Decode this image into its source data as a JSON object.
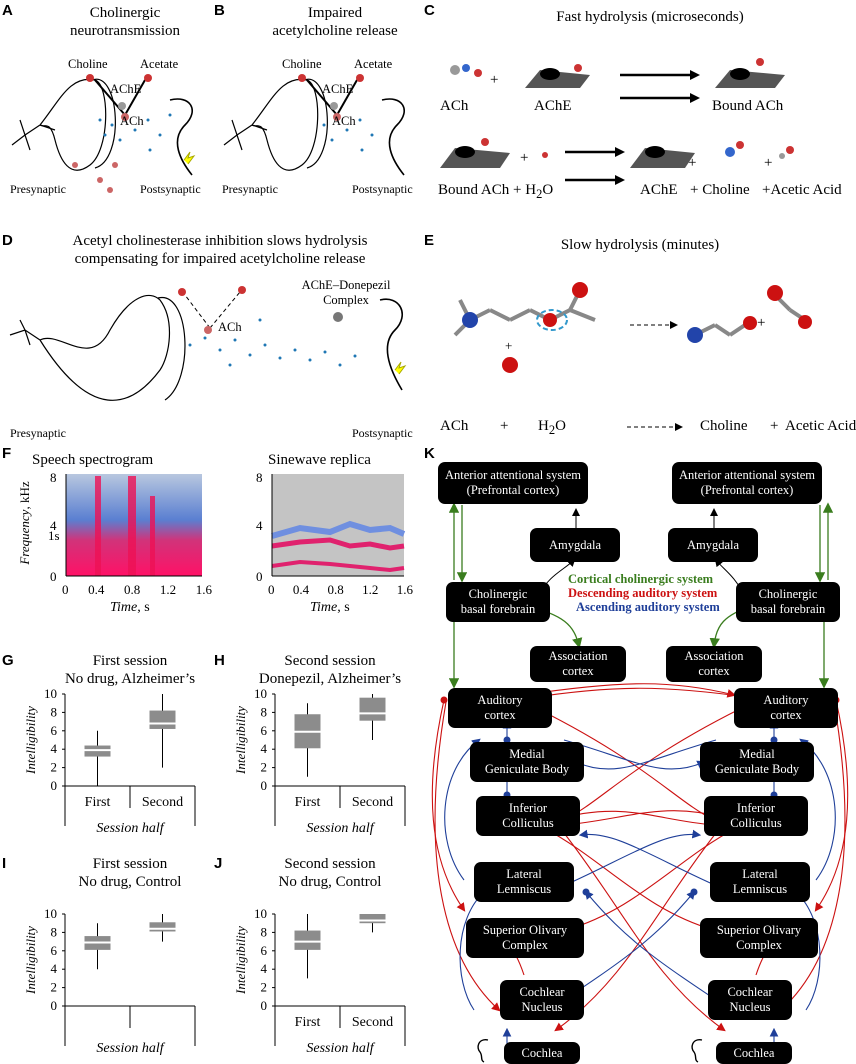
{
  "panel_labels": [
    "A",
    "B",
    "C",
    "D",
    "E",
    "F",
    "G",
    "H",
    "I",
    "J",
    "K"
  ],
  "A": {
    "title_line1": "Cholinergic",
    "title_line2": "neurotransmission",
    "choline": "Choline",
    "acetate": "Acetate",
    "ache": "AChE",
    "ach": "ACh",
    "pre": "Presynaptic",
    "post": "Postsynaptic"
  },
  "B": {
    "title_line1": "Impaired",
    "title_line2": "acetylcholine release",
    "choline": "Choline",
    "acetate": "Acetate",
    "ache": "AChE",
    "ach": "ACh",
    "pre": "Presynaptic",
    "post": "Postsynaptic"
  },
  "C": {
    "title": "Fast  hydrolysis (microseconds)",
    "row1_left": "ACh",
    "plus": "+",
    "row1_mid": "AChE",
    "row1_right": "Bound ACh",
    "row2_left": "Bound ACh + H",
    "row2_sub": "2",
    "row2_o": "O",
    "row2_ache": "AChE",
    "row2_choline": "+ Choline",
    "row2_acid": "+Acetic Acid"
  },
  "D": {
    "title_line1": "Acetyl cholinesterase inhibition slows hydrolysis",
    "title_line2": "compensating for impaired acetylcholine release",
    "ach": "ACh",
    "complex_line1": "AChE–Donepezil",
    "complex_line2": "Complex",
    "pre": "Presynaptic",
    "post": "Postsynaptic"
  },
  "E": {
    "title": "Slow hydrolysis (minutes)",
    "ach": "ACh",
    "plus1": "+",
    "h2o": "H",
    "h2o_sub": "2",
    "h2o_o": "O",
    "choline": "Choline",
    "plus2": "+",
    "acid": "Acetic Acid",
    "plus_mid": "+",
    "plus_small": "+"
  },
  "F": {
    "left_title": "Speech spectrogram",
    "right_title": "Sinewave replica",
    "ylabel": "Frequency",
    "yunit": ", kHz",
    "xlabel": "Time",
    "xunit": ", s",
    "stray": "1s",
    "yticks": [
      "0",
      "4",
      "8"
    ],
    "yticks_right": [
      "0",
      "4",
      "8"
    ],
    "xticks": [
      "0",
      "0.4",
      "0.8",
      "1.2",
      "1.6"
    ]
  },
  "boxes": {
    "ylabel": "Intelligibility",
    "xlabel": "Session half",
    "yticks": [
      "0",
      "2",
      "4",
      "6",
      "8",
      "10"
    ]
  },
  "G": {
    "title_line1": "First session",
    "title_line2": "No drug, Alzheimer’s",
    "cat1": "First",
    "cat2": "Second"
  },
  "H": {
    "title_line1": "Second session",
    "title_line2": "Donepezil, Alzheimer’s",
    "cat1": "First",
    "cat2": "Second"
  },
  "I": {
    "title_line1": "First session",
    "title_line2": "No drug, Control",
    "cat1": "",
    "cat2": ""
  },
  "J": {
    "title_line1": "Second session",
    "title_line2": "No drug, Control",
    "cat1": "First",
    "cat2": "Second"
  },
  "chart_data": [
    {
      "type": "box",
      "panel": "G",
      "categories": [
        "First",
        "Second"
      ],
      "ylim": [
        0,
        10
      ],
      "ylabel": "Intelligibility",
      "xlabel": "Session half",
      "boxes": [
        {
          "min": 0,
          "q1": 3.2,
          "median": 3.9,
          "q3": 4.4,
          "max": 6
        },
        {
          "min": 2,
          "q1": 6.2,
          "median": 6.8,
          "q3": 8.2,
          "max": 10
        }
      ]
    },
    {
      "type": "box",
      "panel": "H",
      "categories": [
        "First",
        "Second"
      ],
      "ylim": [
        0,
        10
      ],
      "ylabel": "Intelligibility",
      "xlabel": "Session half",
      "boxes": [
        {
          "min": 1,
          "q1": 4.1,
          "median": 5.9,
          "q3": 7.8,
          "max": 9
        },
        {
          "min": 5,
          "q1": 7.1,
          "median": 7.9,
          "q3": 9.6,
          "max": 10
        }
      ]
    },
    {
      "type": "box",
      "panel": "I",
      "categories": [
        "",
        ""
      ],
      "ylim": [
        0,
        10
      ],
      "ylabel": "Intelligibility",
      "xlabel": "Session half",
      "boxes": [
        {
          "min": 4,
          "q1": 6.1,
          "median": 6.9,
          "q3": 7.6,
          "max": 9
        },
        {
          "min": 7,
          "q1": 8.1,
          "median": 8.4,
          "q3": 9.1,
          "max": 10
        }
      ]
    },
    {
      "type": "box",
      "panel": "J",
      "categories": [
        "First",
        "Second"
      ],
      "ylim": [
        0,
        10
      ],
      "ylabel": "Intelligibility",
      "xlabel": "Session half",
      "boxes": [
        {
          "min": 3,
          "q1": 6.1,
          "median": 7,
          "q3": 8.2,
          "max": 10
        },
        {
          "min": 8,
          "q1": 9,
          "median": 9.3,
          "q3": 10,
          "max": 10
        }
      ]
    }
  ],
  "K": {
    "legend_cortical": "Cortical cholinergic system",
    "legend_descending": "Descending auditory system",
    "legend_ascending": "Ascending auditory system",
    "anterior_line1": "Anterior attentional system",
    "anterior_line2": "(Prefrontal cortex)",
    "amygdala": "Amygdala",
    "basal_line1": "Cholinergic",
    "basal_line2": "basal forebrain",
    "assoc_line1": "Association",
    "assoc_line2": "cortex",
    "auditory_line1": "Auditory",
    "auditory_line2": "cortex",
    "mgb_line1": "Medial",
    "mgb_line2": "Geniculate Body",
    "ic_line1": "Inferior",
    "ic_line2": "Colliculus",
    "ll_line1": "Lateral",
    "ll_line2": "Lemniscus",
    "soc_line1": "Superior Olivary",
    "soc_line2": "Complex",
    "cn_line1": "Cochlear",
    "cn_line2": "Nucleus",
    "cochlea": "Cochlea",
    "colors": {
      "cortical": "#3a7d1e",
      "descending": "#cc1111",
      "ascending": "#1f3f99"
    }
  }
}
